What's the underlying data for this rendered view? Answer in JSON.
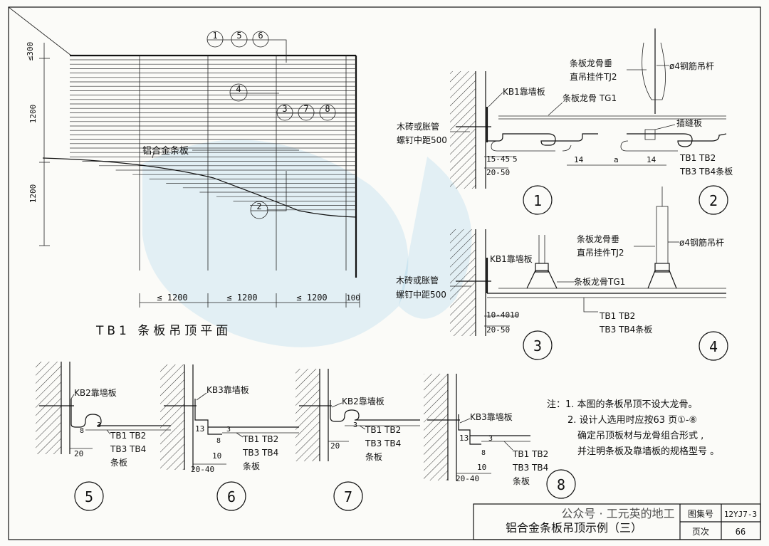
{
  "plan": {
    "title": "TB1 条板吊顶平面",
    "strip_label": "铝合金条板",
    "dims_left": [
      "≤300",
      "1200",
      "1200"
    ],
    "dims_bottom": [
      "≤ 1200",
      "≤ 1200",
      "≤ 1200",
      "100"
    ],
    "callout_top": [
      "1",
      "5",
      "6"
    ],
    "callout_mid": [
      "4"
    ],
    "callout_right": [
      "3",
      "7",
      "8"
    ],
    "callout_low": [
      "2"
    ]
  },
  "det12": {
    "hanger": "条板龙骨垂",
    "hanger2": "直吊挂件TJ2",
    "rod": "ø4钢筋吊杆",
    "wallboard": "KB1靠墙板",
    "keel": "条板龙骨 TG1",
    "screw1": "木砖或胀管",
    "screw2": "螺钉中距500",
    "seam": "插缝板",
    "d_15_45": "15-45",
    "d_5": "5",
    "d_20_50": "20-50",
    "d_14a": "14",
    "d_a": "a",
    "d_14b": "14",
    "tb1": "TB1 TB2",
    "tb2": "TB3 TB4条板",
    "n1": "1",
    "n2": "2"
  },
  "det34": {
    "hanger": "条板龙骨垂",
    "hanger2": "直吊挂件TJ2",
    "rod": "ø4钢筋吊杆",
    "wallboard": "KB1靠墙板",
    "keel": "条板龙骨TG1",
    "screw1": "木砖或胀管",
    "screw2": "螺钉中距500",
    "d_10_40": "10-4010",
    "d_20_50": "20-50",
    "tb1": "TB1 TB2",
    "tb2": "TB3 TB4条板",
    "n3": "3",
    "n4": "4"
  },
  "det5": {
    "wb": "KB2靠墙板",
    "d8": "8",
    "d3": "3",
    "d20": "20",
    "t1": "TB1 TB2",
    "t2": "TB3 TB4",
    "t3": "条板",
    "n": "5"
  },
  "det6": {
    "wb": "KB3靠墙板",
    "d13": "13",
    "d3": "3",
    "d8": "8",
    "d10": "10",
    "d20_40": "20-40",
    "t1": "TB1 TB2",
    "t2": "TB3 TB4",
    "t3": "条板",
    "n": "6"
  },
  "det7": {
    "wb": "KB2靠墙板",
    "d3": "3",
    "d20": "20",
    "t1": "TB1 TB2",
    "t2": "TB3 TB4",
    "t3": "条板",
    "n": "7"
  },
  "det8": {
    "wb": "KB3靠墙板",
    "d13": "13",
    "d3": "3",
    "d8": "8",
    "d10": "10",
    "d20_40": "20-40",
    "t1": "TB1 TB2",
    "t2": "TB3 TB4",
    "t3": "条板",
    "n": "8"
  },
  "notes": {
    "line1": "注：1. 本图的条板吊顶不设大龙骨。",
    "line2": "2. 设计人选用时应按63 页①-⑧",
    "line3": "确定吊顶板材与龙骨组合形式 ,",
    "line4": "并注明条板及靠墙板的规格型号 。"
  },
  "titleblock": {
    "title": "铝合金条板吊顶示例（三）",
    "atlas_label": "图集号",
    "atlas_value": "12YJ7-3",
    "page_label": "页次",
    "page_value": "66",
    "watermark": "公众号 · 工元英的地工"
  }
}
